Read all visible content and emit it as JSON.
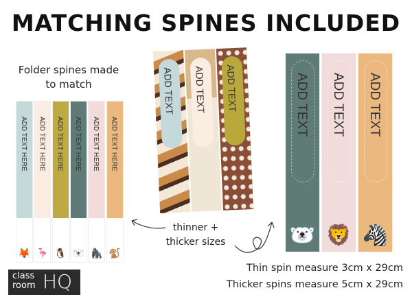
{
  "title": "MATCHING SPINES INCLUDED",
  "left_heading": [
    "Folder spines made",
    "to match"
  ],
  "folder_spines": [
    {
      "label": "ADD TEXT HERE",
      "color": "#c5d8da",
      "animal": "fox-icon"
    },
    {
      "label": "ADD TEXT HERE",
      "color": "#fcede3",
      "animal": "crane-icon"
    },
    {
      "label": "ADD TEXT HERE",
      "color": "#bfa944",
      "animal": "penguin-icon"
    },
    {
      "label": "ADD TEXT HERE",
      "color": "#5f7b76",
      "animal": "polar-bear-icon"
    },
    {
      "label": "ADD TEXT HERE",
      "color": "#f2dcdb",
      "animal": "gorilla-icon"
    },
    {
      "label": "ADD TEXT HERE",
      "color": "#ebb97f",
      "animal": "lemur-icon"
    }
  ],
  "patterned_spines": [
    {
      "label": "ADD TEXT",
      "pill": "#c5d8da",
      "bg": "#c98a4a"
    },
    {
      "label": "ADD TEXT",
      "pill": "#fcede3",
      "bg": "#efe6d6"
    },
    {
      "label": "ADD TEXT",
      "pill": "#b9a83c",
      "bg": "#8a4e37"
    }
  ],
  "thick_spines": [
    {
      "label": "ADD TEXT",
      "color": "#5f7b76",
      "animal": "polar-bear-icon"
    },
    {
      "label": "ADD TEXT",
      "color": "#f2dcdb",
      "animal": "lion-icon"
    },
    {
      "label": "ADD TEXT",
      "color": "#ebb97f",
      "animal": "zebra-icon"
    }
  ],
  "note": [
    "thinner +",
    "thicker sizes"
  ],
  "measurements": [
    "Thin spin measure 3cm x 29cm",
    "Thicker spins measure 5cm x 29cm"
  ],
  "logo": {
    "line1": "class",
    "line2": "room",
    "mark": "HQ"
  }
}
